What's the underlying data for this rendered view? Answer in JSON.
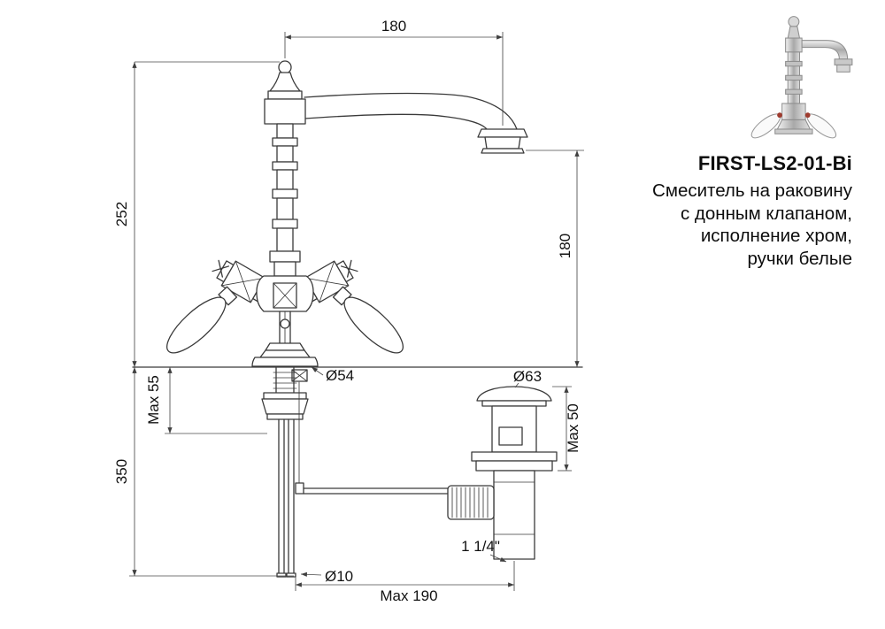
{
  "product": {
    "model": "FIRST-LS2-01-Bi",
    "description_lines": [
      "Смеситель на раковину",
      "с донным клапаном,",
      "исполнение хром,",
      "ручки белые"
    ]
  },
  "dimensions": {
    "spout_reach": "180",
    "overall_height": "252",
    "spout_outlet_height": "180",
    "base_diameter": "Ø54",
    "max_deck_thickness": "Max 55",
    "supply_length": "350",
    "drain_flange_diameter": "Ø63",
    "drain_max_deck": "Max 50",
    "drain_thread_size": "1 1/4\"",
    "supply_tube_diameter": "Ø10",
    "max_linkage_reach": "Max 190"
  }
}
